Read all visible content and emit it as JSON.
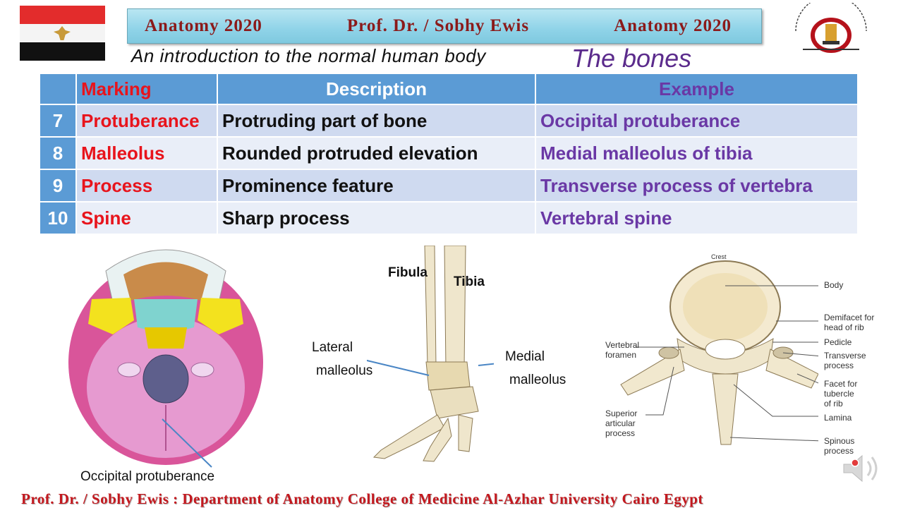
{
  "header": {
    "left_title": "Anatomy   2020",
    "center_title": "Prof. Dr. / Sobhy  Ewis",
    "right_title": "Anatomy   2020",
    "subtitle": "An introduction to the normal human body",
    "topic": "The bones"
  },
  "table": {
    "headers": {
      "marking": "Marking",
      "description": "Description",
      "example": "Example"
    },
    "rows": [
      {
        "num": "7",
        "marking": "Protuberance",
        "description": "Protruding part of bone",
        "example": "Occipital protuberance"
      },
      {
        "num": "8",
        "marking": "Malleolus",
        "description": "Rounded protruded elevation",
        "example": "Medial malleolus of tibia"
      },
      {
        "num": "9",
        "marking": "Process",
        "description": "Prominence feature",
        "example": "Transverse process of vertebra"
      },
      {
        "num": "10",
        "marking": "Spine",
        "description": "Sharp process",
        "example": "Vertebral  spine"
      }
    ]
  },
  "figures": {
    "skull": {
      "label": "Occipital protuberance"
    },
    "leg": {
      "fibula": "Fibula",
      "tibia": "Tibia",
      "lateral_1": "Lateral",
      "lateral_2": "malleolus",
      "medial_1": "Medial",
      "medial_2": "malleolus"
    },
    "vertebra": {
      "crest": "Crest",
      "body": "Body",
      "demifacet_1": "Demifacet for",
      "demifacet_2": "head of rib",
      "pedicle": "Pedicle",
      "transverse_1": "Transverse",
      "transverse_2": "process",
      "facet_1": "Facet for",
      "facet_2": "tubercle",
      "facet_3": "of rib",
      "lamina": "Lamina",
      "spinous_1": "Spinous",
      "spinous_2": "process",
      "foramen_1": "Vertebral",
      "foramen_2": "foramen",
      "superior_1": "Superior",
      "superior_2": "articular",
      "superior_3": "process"
    }
  },
  "footer": {
    "text": "Prof. Dr. / Sobhy  Ewis :  Department  of  Anatomy  College  of  Medicine  Al-Azhar  University   Cairo   Egypt"
  },
  "colors": {
    "header_blue": "#5b9bd5",
    "marking_red": "#e8141c",
    "example_purple": "#6a38a5",
    "footer_red": "#c4181e"
  }
}
